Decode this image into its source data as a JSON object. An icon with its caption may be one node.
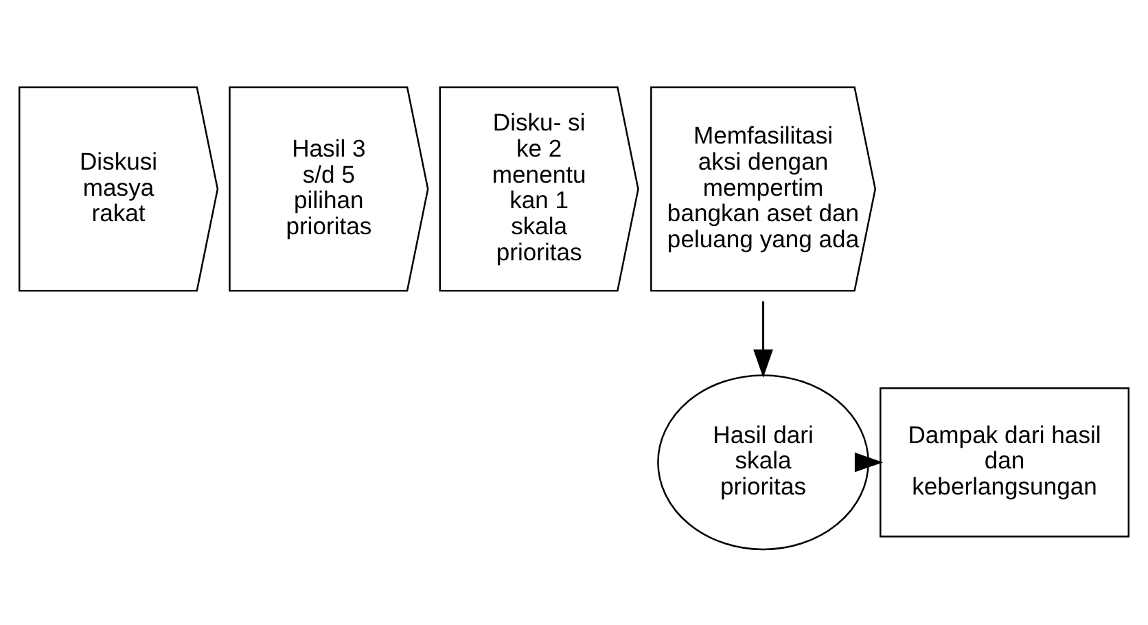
{
  "diagram": {
    "nodes": [
      {
        "text": [
          "Diskusi masya rakat"
        ]
      },
      {
        "text": [
          "Hasil 3 s/d 5 pilihan prioritas"
        ]
      },
      {
        "text": [
          "Disku- si ke 2 menentu kan 1 skala prioritas"
        ]
      },
      {
        "text": [
          "Memfasilitasi aksi dengan mempertim bangkan aset dan peluang yang ada"
        ]
      },
      {
        "text": [
          "Hasil dari skala prioritas"
        ]
      },
      {
        "text": [
          "Dampak dari hasil dan keberlangsungan"
        ]
      }
    ],
    "edges": [
      {
        "from": 3,
        "to": 4,
        "arrow": "to"
      },
      {
        "from": 4,
        "to": 5,
        "arrow": "to"
      }
    ]
  }
}
